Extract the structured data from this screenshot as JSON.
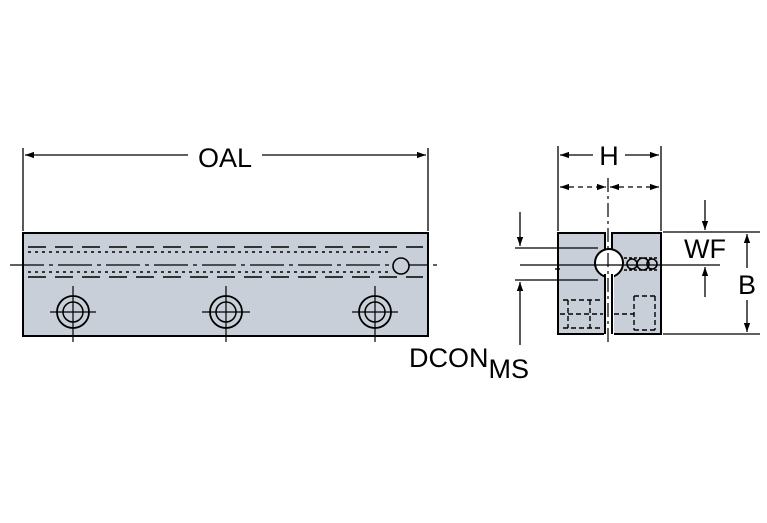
{
  "labels": {
    "oal": "OAL",
    "h": "H",
    "wf": "WF",
    "b": "B",
    "dcon": "DCON",
    "dcon_sub": "MS"
  },
  "colors": {
    "body_fill": "#c8cfd8",
    "line": "#000000",
    "background": "#ffffff"
  }
}
